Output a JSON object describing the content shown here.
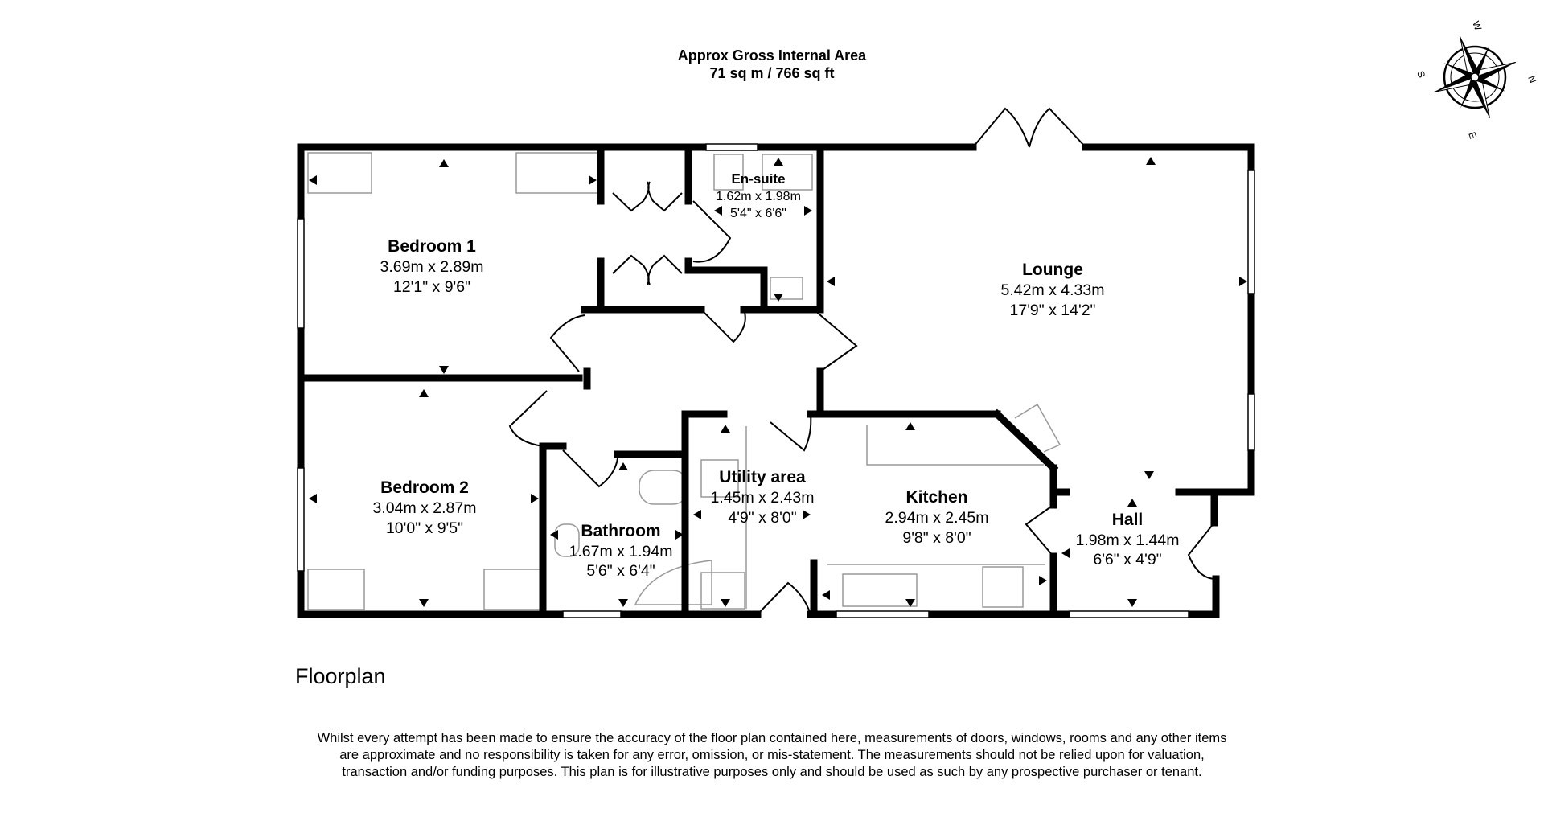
{
  "header": {
    "area_title": "Approx Gross Internal Area",
    "area_value": "71 sq m / 766 sq ft"
  },
  "floorplan_title": "Floorplan",
  "disclaimer": "Whilst every attempt has been made to ensure the accuracy of the floor plan contained here, measurements of doors, windows, rooms and any other items are approximate and no responsibility is taken for any error, omission, or mis-statement. The measurements should not be relied upon for valuation, transaction and/or funding purposes. This plan is for illustrative purposes only and should be used as such by any prospective purchaser or tenant.",
  "compass": {
    "n": "N",
    "e": "E",
    "s": "S",
    "w": "W"
  },
  "rooms": {
    "bedroom1": {
      "name": "Bedroom 1",
      "metric": "3.69m x 2.89m",
      "imperial": "12'1\" x 9'6\""
    },
    "ensuite": {
      "name": "En-suite",
      "metric": "1.62m x 1.98m",
      "imperial": "5'4\" x 6'6\""
    },
    "lounge": {
      "name": "Lounge",
      "metric": "5.42m x 4.33m",
      "imperial": "17'9\" x 14'2\""
    },
    "bedroom2": {
      "name": "Bedroom 2",
      "metric": "3.04m x 2.87m",
      "imperial": "10'0\" x 9'5\""
    },
    "bathroom": {
      "name": "Bathroom",
      "metric": "1.67m x 1.94m",
      "imperial": "5'6\" x 6'4\""
    },
    "utility": {
      "name": "Utility area",
      "metric": "1.45m x 2.43m",
      "imperial": "4'9\" x 8'0\""
    },
    "kitchen": {
      "name": "Kitchen",
      "metric": "2.94m x 2.45m",
      "imperial": "9'8\" x 8'0\""
    },
    "hall": {
      "name": "Hall",
      "metric": "1.98m x 1.44m",
      "imperial": "6'6\" x 4'9\""
    }
  }
}
